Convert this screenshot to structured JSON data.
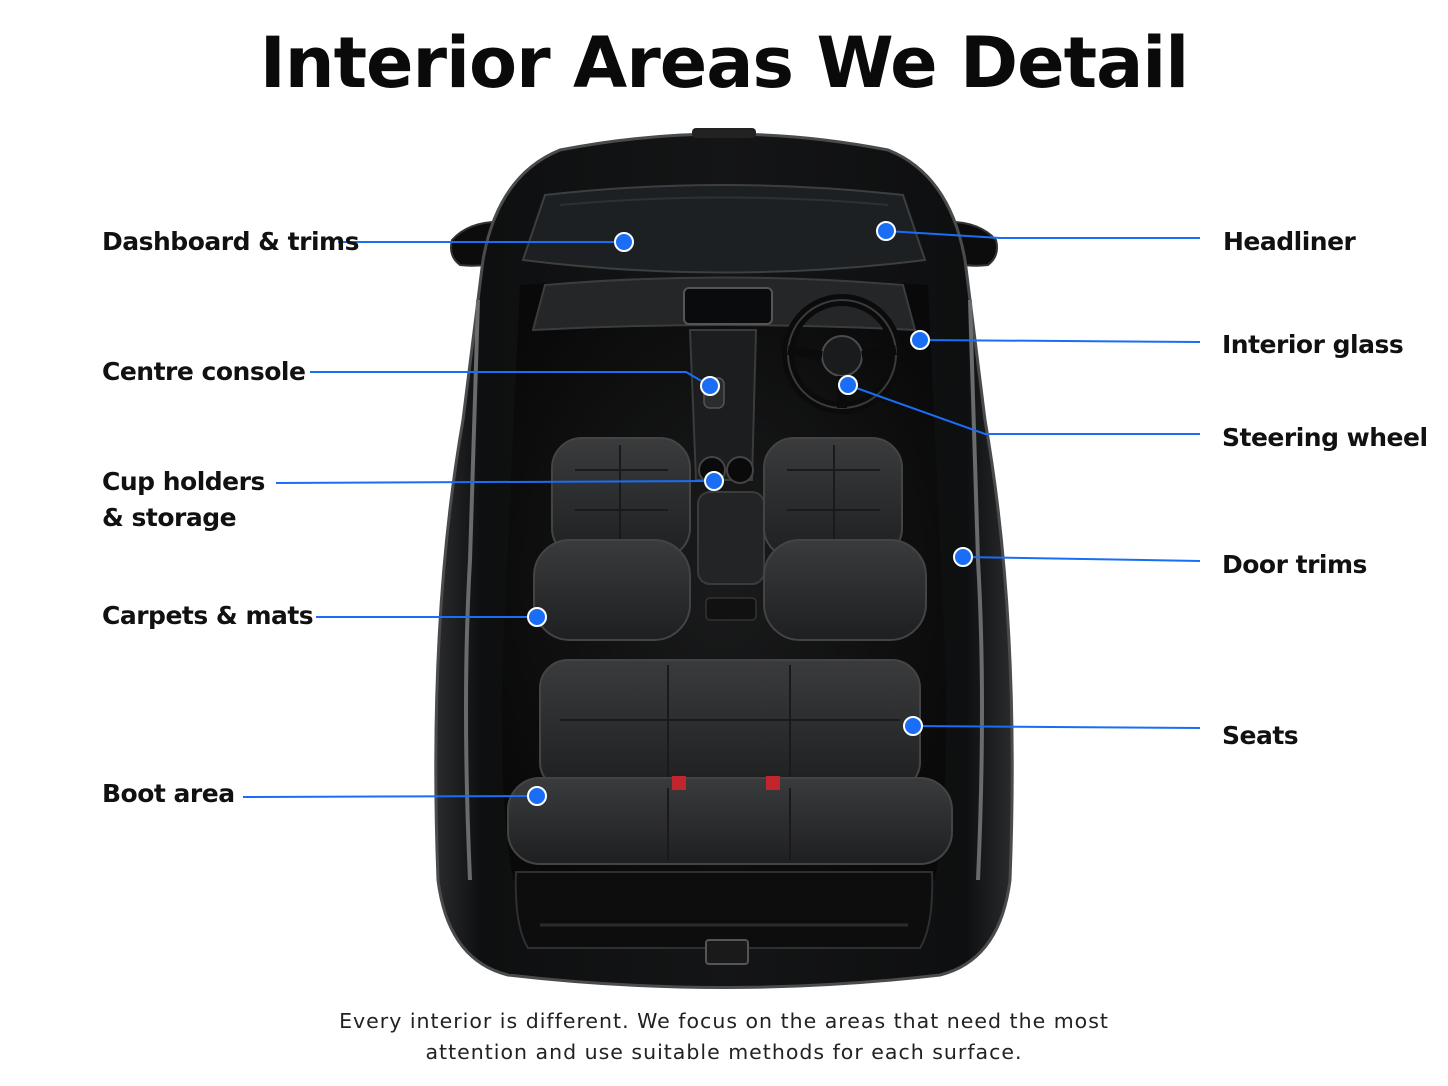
{
  "title": "Interior Areas We Detail",
  "labels": {
    "dashboard": "Dashboard & trims",
    "centre_console": "Centre console",
    "cup_holders_line1": "Cup holders",
    "cup_holders_line2": "& storage",
    "carpets": "Carpets & mats",
    "boot": "Boot area",
    "headliner": "Headliner",
    "interior_glass": "Interior glass",
    "steering_wheel": "Steering wheel",
    "door_trims": "Door trims",
    "seats": "Seats"
  },
  "caption": {
    "line1": "Every interior is different. We focus on the areas that need the most",
    "line2": "attention and use suitable methods for each surface."
  },
  "colors": {
    "accent": "#1a6ef5",
    "car_body": "#151617",
    "seat": "#2a2b2d"
  }
}
